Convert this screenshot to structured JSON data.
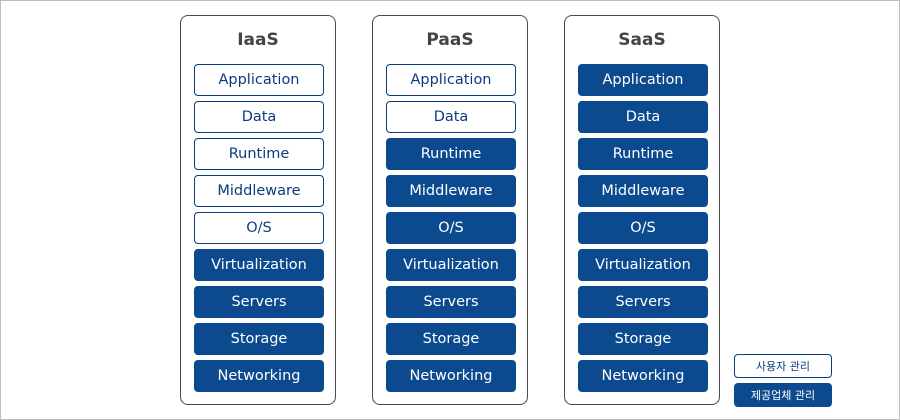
{
  "columns": [
    {
      "title": "IaaS",
      "layers": [
        {
          "label": "Application",
          "managed_by": "user"
        },
        {
          "label": "Data",
          "managed_by": "user"
        },
        {
          "label": "Runtime",
          "managed_by": "user"
        },
        {
          "label": "Middleware",
          "managed_by": "user"
        },
        {
          "label": "O/S",
          "managed_by": "user"
        },
        {
          "label": "Virtualization",
          "managed_by": "provider"
        },
        {
          "label": "Servers",
          "managed_by": "provider"
        },
        {
          "label": "Storage",
          "managed_by": "provider"
        },
        {
          "label": "Networking",
          "managed_by": "provider"
        }
      ]
    },
    {
      "title": "PaaS",
      "layers": [
        {
          "label": "Application",
          "managed_by": "user"
        },
        {
          "label": "Data",
          "managed_by": "user"
        },
        {
          "label": "Runtime",
          "managed_by": "provider"
        },
        {
          "label": "Middleware",
          "managed_by": "provider"
        },
        {
          "label": "O/S",
          "managed_by": "provider"
        },
        {
          "label": "Virtualization",
          "managed_by": "provider"
        },
        {
          "label": "Servers",
          "managed_by": "provider"
        },
        {
          "label": "Storage",
          "managed_by": "provider"
        },
        {
          "label": "Networking",
          "managed_by": "provider"
        }
      ]
    },
    {
      "title": "SaaS",
      "layers": [
        {
          "label": "Application",
          "managed_by": "provider"
        },
        {
          "label": "Data",
          "managed_by": "provider"
        },
        {
          "label": "Runtime",
          "managed_by": "provider"
        },
        {
          "label": "Middleware",
          "managed_by": "provider"
        },
        {
          "label": "O/S",
          "managed_by": "provider"
        },
        {
          "label": "Virtualization",
          "managed_by": "provider"
        },
        {
          "label": "Servers",
          "managed_by": "provider"
        },
        {
          "label": "Storage",
          "managed_by": "provider"
        },
        {
          "label": "Networking",
          "managed_by": "provider"
        }
      ]
    }
  ],
  "legend": {
    "user_managed": "사용자 관리",
    "provider_managed": "제공업체 관리"
  },
  "colors": {
    "provider_fill": "#0b4a8f",
    "user_border": "#0b3c80",
    "column_border": "#4a4a4a",
    "title_text": "#444444"
  }
}
